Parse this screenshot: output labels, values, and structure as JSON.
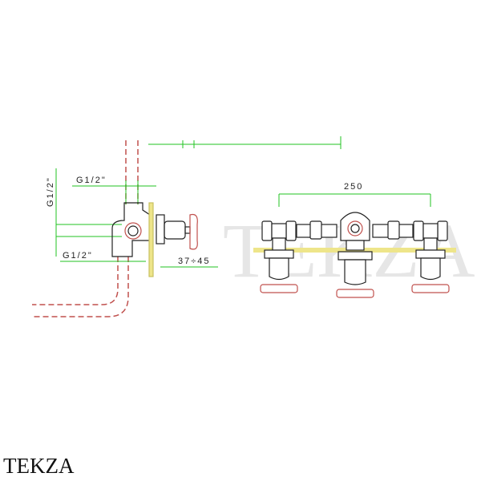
{
  "drawing": {
    "watermark": "TEKZA",
    "side_view": {
      "inlet_top_label": "G1/2\"",
      "vertical_label": "G1/2\"",
      "inlet_bottom_label": "G1/2\"",
      "wall_depth_label": "37÷45"
    },
    "front_view": {
      "spacing_label": "250"
    }
  },
  "brand": {
    "logo_text": "TEKZA"
  },
  "colors": {
    "dimension": "#22c322",
    "pipe": "#c0504d",
    "outline": "#222222",
    "wall": "#e6e07a"
  }
}
